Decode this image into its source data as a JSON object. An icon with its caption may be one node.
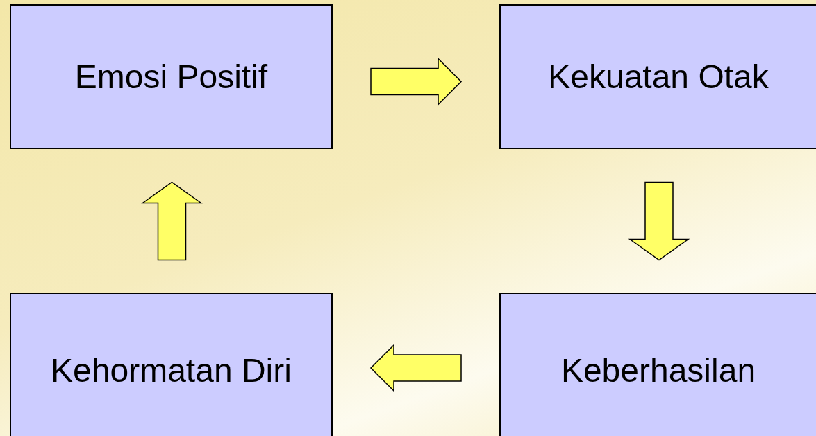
{
  "diagram": {
    "nodes": [
      {
        "text": [
          "Emosi Positif"
        ]
      },
      {
        "text": [
          "Kekuatan Otak"
        ]
      },
      {
        "text": [
          "Kehormatan Diri"
        ]
      },
      {
        "text": [
          "Keberhasilan"
        ]
      }
    ],
    "edges": [
      {
        "from": 0,
        "to": 1,
        "arrow": "to"
      },
      {
        "from": 1,
        "to": 3,
        "arrow": "to"
      },
      {
        "from": 3,
        "to": 2,
        "arrow": "to"
      },
      {
        "from": 2,
        "to": 0,
        "arrow": "to"
      }
    ]
  }
}
